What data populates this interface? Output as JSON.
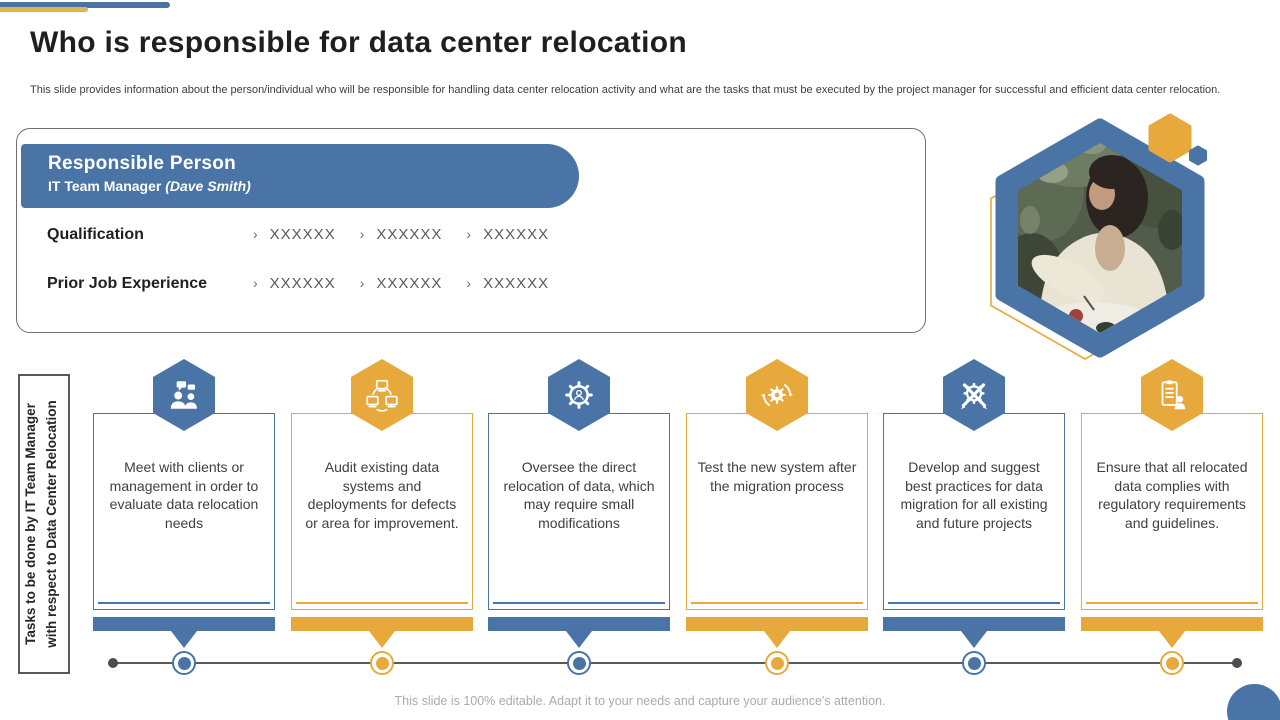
{
  "slide": {
    "title": "Who is responsible for data center relocation",
    "subtitle": "This slide provides information about the person/individual who will be responsible for handling data center relocation activity and what are the tasks that must be executed by the project manager for successful and efficient data center relocation.",
    "footer": "This slide is 100% editable. Adapt it to your needs and capture your audience's attention."
  },
  "responsible_box": {
    "banner_title": "Responsible Person",
    "banner_role": "IT Team Manager",
    "banner_name": "(Dave Smith)",
    "bullet_char": "›",
    "rows": [
      {
        "label": "Qualification",
        "items": [
          "XXXXXX",
          "XXXXXX",
          "XXXXXX"
        ]
      },
      {
        "label": "Prior Job Experience",
        "items": [
          "XXXXXX",
          "XXXXXX",
          "XXXXXX"
        ]
      }
    ]
  },
  "tasks_panel": {
    "side_label_line1": "Tasks to be done by IT Team Manager",
    "side_label_line2": "with respect to Data Center Relocation",
    "cards": [
      {
        "color": "blue",
        "icon": "meeting-icon",
        "text": "Meet with clients or management in order to evaluate data relocation needs"
      },
      {
        "color": "yellow",
        "icon": "network-icon",
        "text": "Audit existing data systems and deployments for defects or area for improvement."
      },
      {
        "color": "blue",
        "icon": "gear-user-icon",
        "text": "Oversee the direct relocation of data, which may require small modifications"
      },
      {
        "color": "yellow",
        "icon": "process-icon",
        "text": "Test the new system after the migration process"
      },
      {
        "color": "blue",
        "icon": "develop-icon",
        "text": "Develop and suggest best practices for data migration for all existing and future projects"
      },
      {
        "color": "yellow",
        "icon": "compliance-icon",
        "text": "Ensure that all relocated data complies with regulatory requirements and guidelines."
      }
    ]
  },
  "colors": {
    "blue": "#4A74A6",
    "yellow": "#E8A93C",
    "dark_text": "#1F1F1F",
    "body_text": "#404040",
    "line_gray": "#595959",
    "footer_gray": "#ABABAB"
  }
}
